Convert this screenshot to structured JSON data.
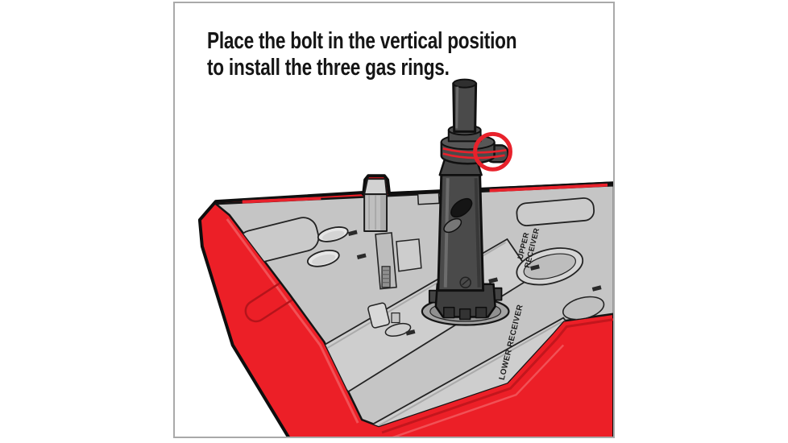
{
  "instruction": {
    "line1": "Place the bolt in the vertical position",
    "line2": "to install the three gas rings."
  },
  "block_labels": {
    "upper_line1": "UPPER",
    "upper_line2": "RECEIVER",
    "lower": "LOWER RECEIVER"
  },
  "colors": {
    "block_red": "#EC1F27",
    "accent_red": "#E8212B",
    "dark_red_edge": "#C3161D",
    "light_red_edge": "#F2565C",
    "block_top_gray": "#C5C5C5",
    "channel_gray": "#CECECE",
    "bolt_gray": "#4A4A4A",
    "outline_black": "#101010",
    "frame_border": "#A9A9A9",
    "text_black": "#151515"
  }
}
